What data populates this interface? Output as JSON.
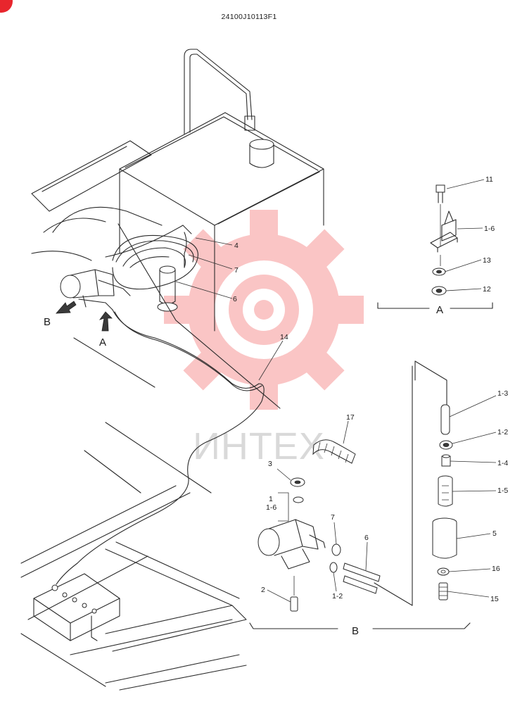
{
  "drawing_code": "24100J10113F1",
  "watermark": {
    "text": "ИНТЕХ",
    "color": "#f26a6a"
  },
  "view_labels": {
    "a": "A",
    "b": "B"
  },
  "callouts": [
    "11",
    "1-6",
    "13",
    "12",
    "4",
    "7",
    "6",
    "14",
    "1-3",
    "1-2",
    "1-4",
    "1-5",
    "5",
    "16",
    "15",
    "17",
    "3",
    "1",
    "1-6",
    "7",
    "6",
    "1-2",
    "2"
  ]
}
